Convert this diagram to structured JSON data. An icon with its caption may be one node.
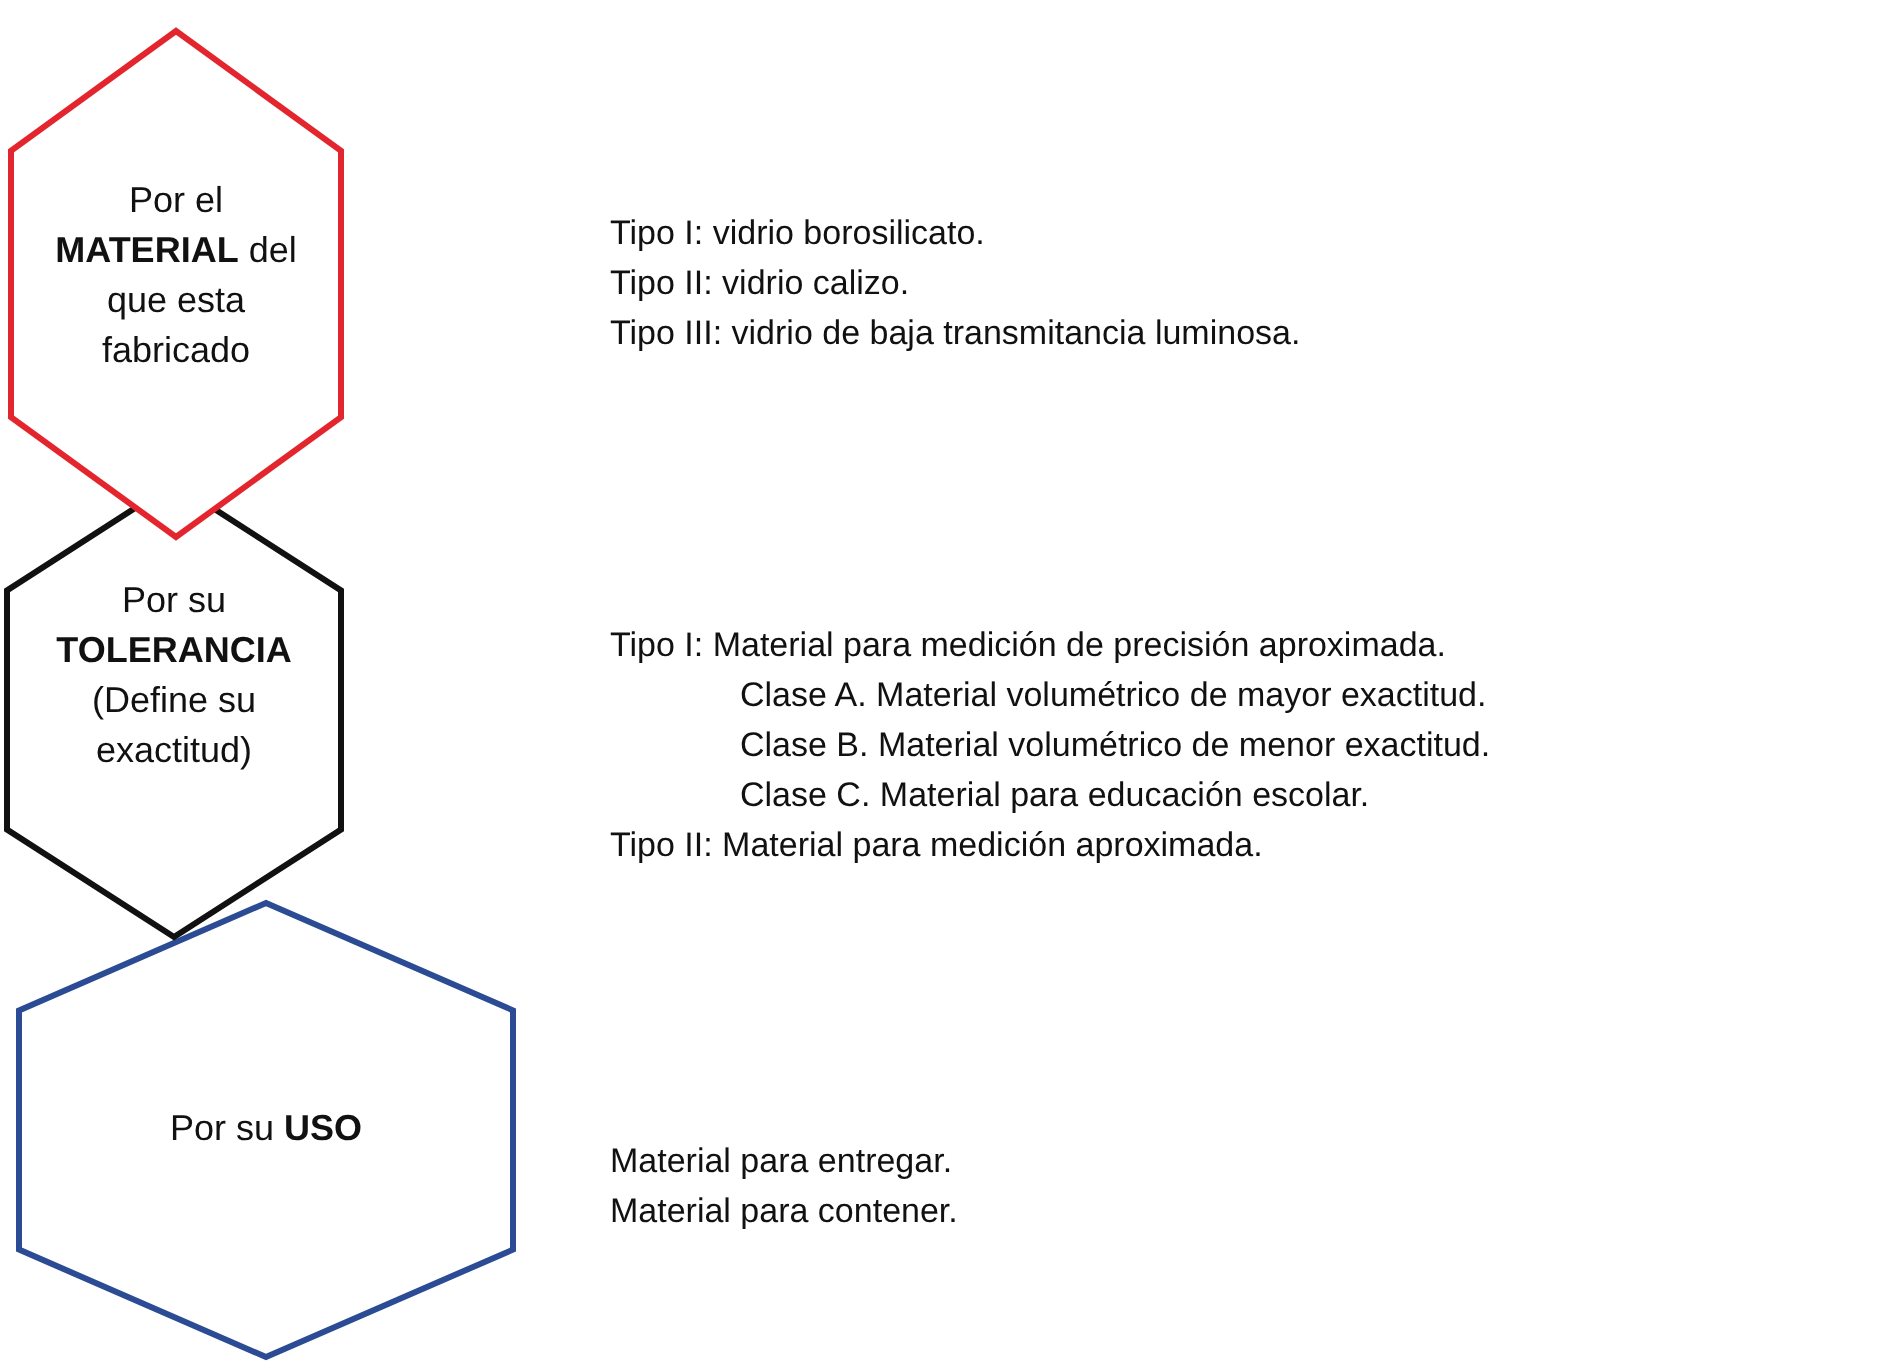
{
  "diagram": {
    "nodes": [
      {
        "text": [
          "Por el **MATERIAL** del que esta fabricado"
        ],
        "beside": [
          "Tipo I: vidrio borosilicato.",
          "Tipo II: vidrio calizo.",
          "Tipo III: vidrio de baja transmitancia luminosa."
        ]
      },
      {
        "text": [
          "Por su **TOLERANCIA** (Define su exactitud)"
        ],
        "beside": [
          "Tipo I: Material para medición de precisión aproximada.",
          "Clase A. Material volumétrico de mayor exactitud.",
          "Clase B. Material volumétrico de menor exactitud.",
          "Clase C. Material para educación escolar.",
          "Tipo II: Material para medición aproximada."
        ]
      },
      {
        "text": [
          "Por su **USO**"
        ],
        "beside": [
          "Material para entregar.",
          "Material para contener."
        ]
      }
    ]
  }
}
